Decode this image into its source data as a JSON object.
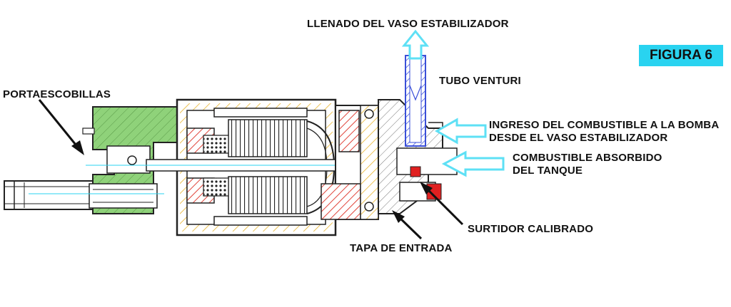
{
  "figure_label": "FIGURA 6",
  "labels": {
    "llenado": "LLENADO DEL VASO ESTABILIZADOR",
    "tubo_venturi": "TUBO VENTURI",
    "portaescobillas": "PORTAESCOBILLAS",
    "ingreso_line1": "INGRESO DEL COMBUSTIBLE A LA BOMBA",
    "ingreso_line2": "DESDE EL VASO ESTABILIZADOR",
    "absorbido_line1": "COMBUSTIBLE ABSORBIDO",
    "absorbido_line2": "DEL TANQUE",
    "surtidor": "SURTIDOR CALIBRADO",
    "tapa": "TAPA DE ENTRADA"
  },
  "colors": {
    "figure_box": "#29d3f0",
    "flow_arrow": "#5ee0f5",
    "brush_holder": "#8fd27a",
    "hatch_red": "#e0443a",
    "venturi_blue": "#3a4fd8",
    "surtidor_red": "#e02020"
  }
}
